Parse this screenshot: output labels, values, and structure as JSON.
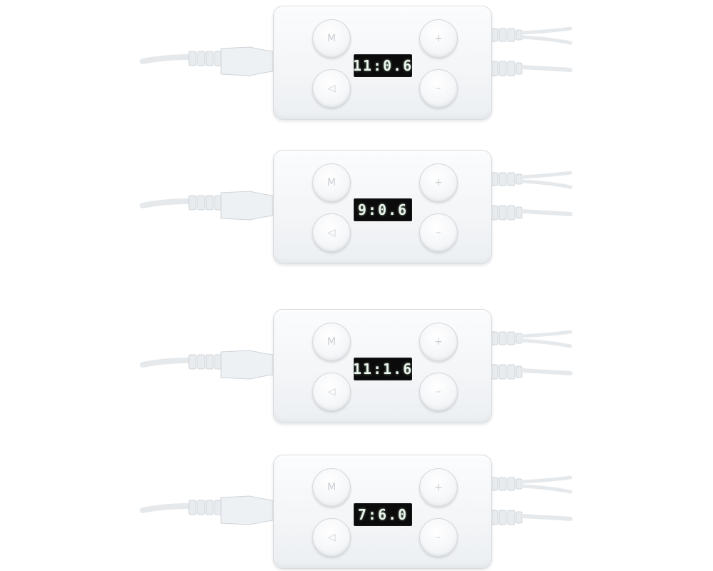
{
  "units": [
    {
      "display": "11:0.6",
      "buttons": {
        "mode": "M",
        "up": "+",
        "sound": "",
        "down": "–"
      }
    },
    {
      "display": "9:0.6",
      "buttons": {
        "mode": "M",
        "up": "+",
        "sound": "",
        "down": "–"
      }
    },
    {
      "display": "11:1.6",
      "buttons": {
        "mode": "M",
        "up": "+",
        "sound": "",
        "down": "–"
      }
    },
    {
      "display": "7:6.0",
      "buttons": {
        "mode": "M",
        "up": "+",
        "sound": "",
        "down": "–"
      }
    }
  ],
  "colors": {
    "background": "#ffffff",
    "housing": "#f3f5f7",
    "display_bg": "#0b0b0b",
    "display_text": "#eaf6ec",
    "cable": "#e6e9ec"
  },
  "icons": {
    "mode": "letter-m-icon",
    "up": "plus-icon",
    "sound": "speaker-icon",
    "down": "minus-icon"
  }
}
